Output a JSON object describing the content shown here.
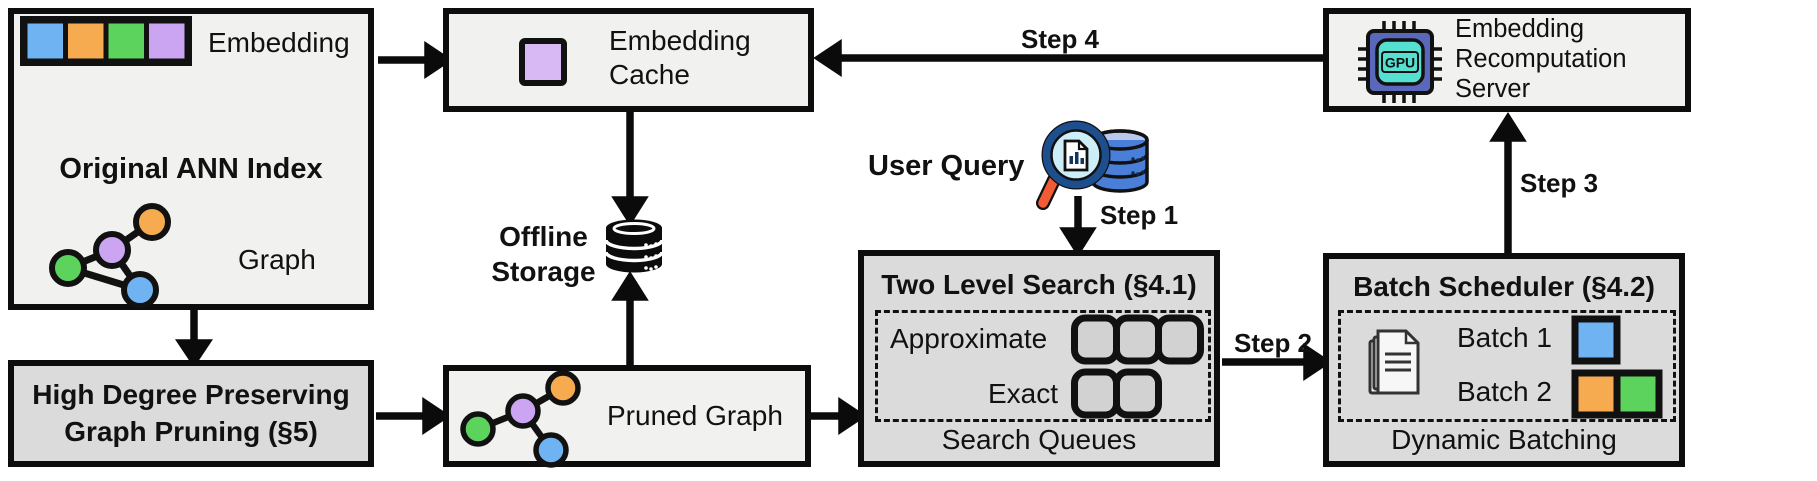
{
  "colors": {
    "blue": "#6FB3F2",
    "orange": "#F6AB51",
    "green": "#5CD35C",
    "purple": "#CBA5F1",
    "cache_purple": "#D8B9F3",
    "box_light": "#F1F1F0",
    "box_dark": "#DBDBDB",
    "queue_fill": "#D2D2D2",
    "gpu_chip": "#5A68BB",
    "gpu_core": "#55E0D2",
    "db_blue": "#4A7FD9",
    "db_top": "#BBC8ED",
    "lens_fill": "#CDEEF8",
    "lens_rim": "#1D4F8F",
    "handle_orange": "#F15B35"
  },
  "ann_index": {
    "title": "Original ANN Index",
    "embedding_label": "Embedding",
    "graph_label": "Graph"
  },
  "embedding_cache": {
    "label": "Embedding\nCache"
  },
  "recomputation_server": {
    "label": "Embedding\nRecomputation\nServer",
    "gpu_text": "GPU"
  },
  "offline_storage": {
    "label": "Offline\nStorage"
  },
  "user_query": {
    "label": "User Query"
  },
  "two_level_search": {
    "title": "Two Level Search (§4.1)",
    "rows": [
      {
        "label": "Approximate",
        "queue_count": 3
      },
      {
        "label": "Exact",
        "queue_count": 2
      }
    ],
    "caption": "Search Queues"
  },
  "batch_scheduler": {
    "title": "Batch Scheduler (§4.2)",
    "batches": [
      {
        "label": "Batch 1",
        "colors": [
          "blue"
        ]
      },
      {
        "label": "Batch 2",
        "colors": [
          "orange",
          "green"
        ]
      }
    ],
    "caption": "Dynamic Batching"
  },
  "graph_pruning": {
    "title": "High Degree Preserving\nGraph Pruning (§5)"
  },
  "pruned_graph": {
    "label": "Pruned Graph"
  },
  "steps": {
    "step1": "Step 1",
    "step2": "Step 2",
    "step3": "Step 3",
    "step4": "Step 4"
  }
}
